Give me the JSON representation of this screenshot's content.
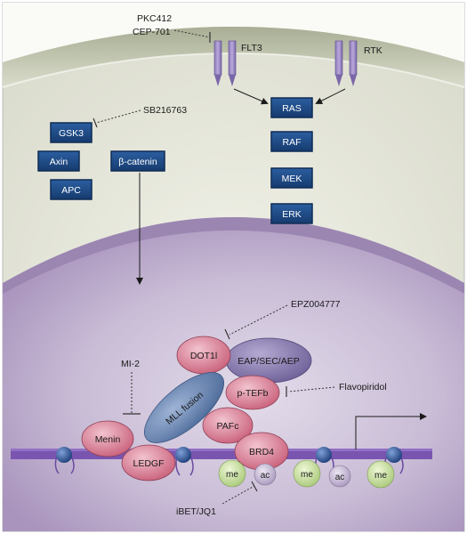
{
  "inhibitors": {
    "pkc412": "PKC412",
    "cep701": "CEP-701",
    "sb216763": "SB216763",
    "epz004777": "EPZ004777",
    "mi2": "MI-2",
    "flavopiridol": "Flavopiridol",
    "ibet": "iBET/JQ1"
  },
  "receptors": {
    "flt3": "FLT3",
    "rtk": "RTK"
  },
  "pathway_boxes": {
    "gsk3": "GSK3",
    "axin": "Axin",
    "apc": "APC",
    "beta_catenin": "β-catenin",
    "ras": "RAS",
    "raf": "RAF",
    "mek": "MEK",
    "erk": "ERK"
  },
  "complex": {
    "dot1l": "DOT1l",
    "eap": "EAP/SEC/AEP",
    "ptefb": "p-TEFb",
    "mll_fusion": "MLL fusion",
    "pafc": "PAFc",
    "menin": "Menin",
    "ledgf": "LEDGF",
    "brd4": "BRD4"
  },
  "marks": {
    "me": "me",
    "ac": "ac"
  },
  "colors": {
    "cytoplasm": "#e8e9df",
    "nucleus": "#b8a8c8",
    "box_fill": "#1f4e89",
    "node_pink": "#d98a9e",
    "mll_blue": "#6b86b0",
    "eap_purple": "#8c80b0",
    "dna": "#7a55b0"
  }
}
